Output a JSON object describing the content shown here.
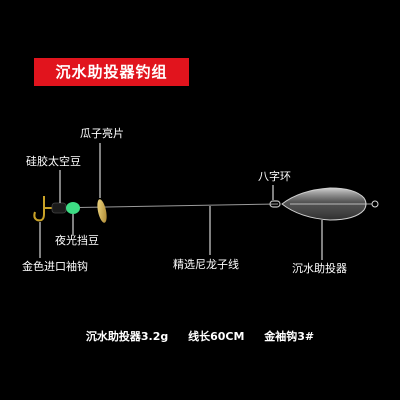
{
  "title": "沉水助投器钓组",
  "labels": {
    "spoon": "瓜子亮片",
    "space_bean": "硅胶太空豆",
    "swivel": "八字环",
    "glow_stop": "夜光挡豆",
    "hook": "金色进口袖钩",
    "line": "精选尼龙子线",
    "caster": "沉水助投器"
  },
  "specs": [
    "沉水助投器3.2g",
    "线长60CM",
    "金袖钩3#"
  ],
  "colors": {
    "title_bg": "#e1141d",
    "glow_bead": "#3ddc84",
    "hook": "#c9a227",
    "spoon": "#d9b64a",
    "pointer": "#ffffff"
  }
}
